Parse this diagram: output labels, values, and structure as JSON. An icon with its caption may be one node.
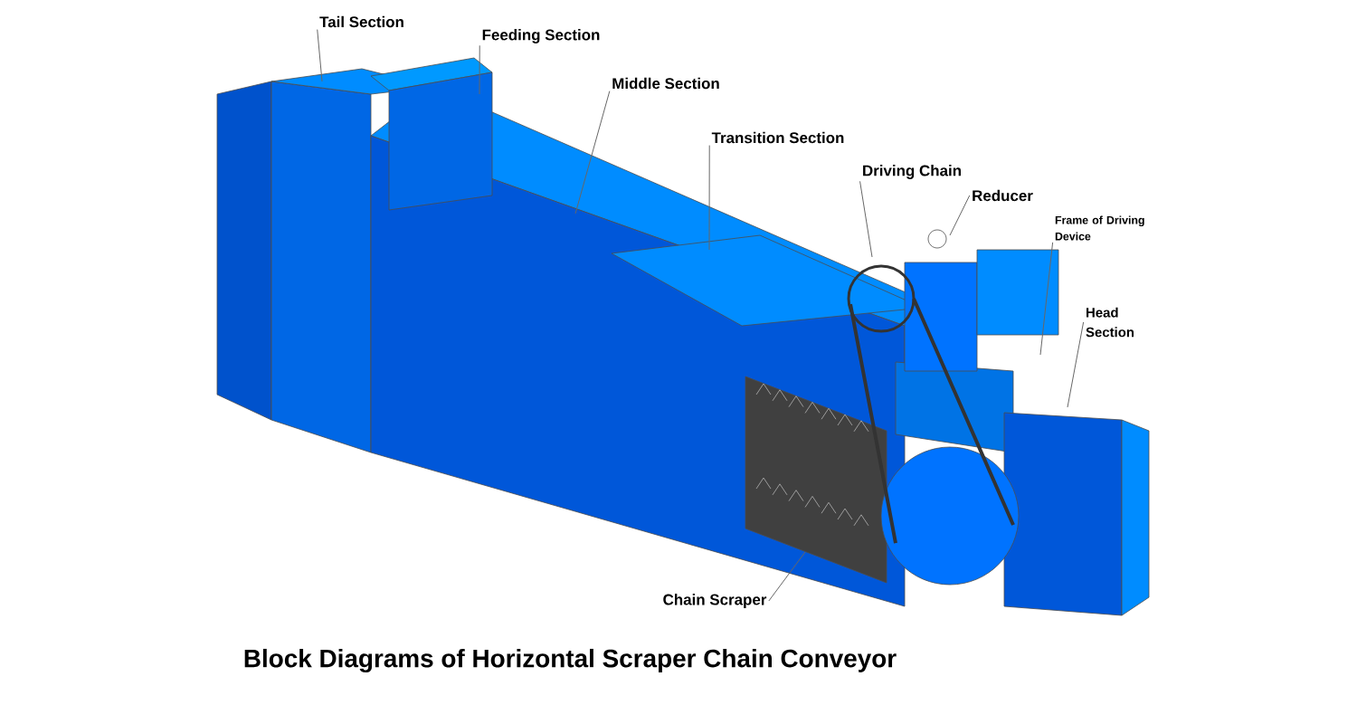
{
  "diagram": {
    "caption": "Block Diagrams of Horizontal Scraper Chain Conveyor",
    "nodes": [
      {
        "text": [
          "Tail Section"
        ]
      },
      {
        "text": [
          "Feeding Section"
        ]
      },
      {
        "text": [
          "Middle Section"
        ]
      },
      {
        "text": [
          "Transition Section"
        ]
      },
      {
        "text": [
          "Driving Chain"
        ]
      },
      {
        "text": [
          "Reducer"
        ]
      },
      {
        "text": [
          "Frame of Driving Device"
        ]
      },
      {
        "text": [
          "Head Section"
        ]
      },
      {
        "text": [
          "Chain Scraper"
        ]
      }
    ],
    "edges": [
      {
        "from": 0,
        "to": null,
        "arrow": "none"
      },
      {
        "from": 1,
        "to": null,
        "arrow": "none"
      },
      {
        "from": 2,
        "to": null,
        "arrow": "none"
      },
      {
        "from": 3,
        "to": null,
        "arrow": "none"
      },
      {
        "from": 4,
        "to": null,
        "arrow": "none"
      },
      {
        "from": 5,
        "to": null,
        "arrow": "none"
      },
      {
        "from": 6,
        "to": null,
        "arrow": "none"
      },
      {
        "from": 7,
        "to": null,
        "arrow": "none"
      },
      {
        "from": 8,
        "to": null,
        "arrow": "none"
      }
    ]
  }
}
